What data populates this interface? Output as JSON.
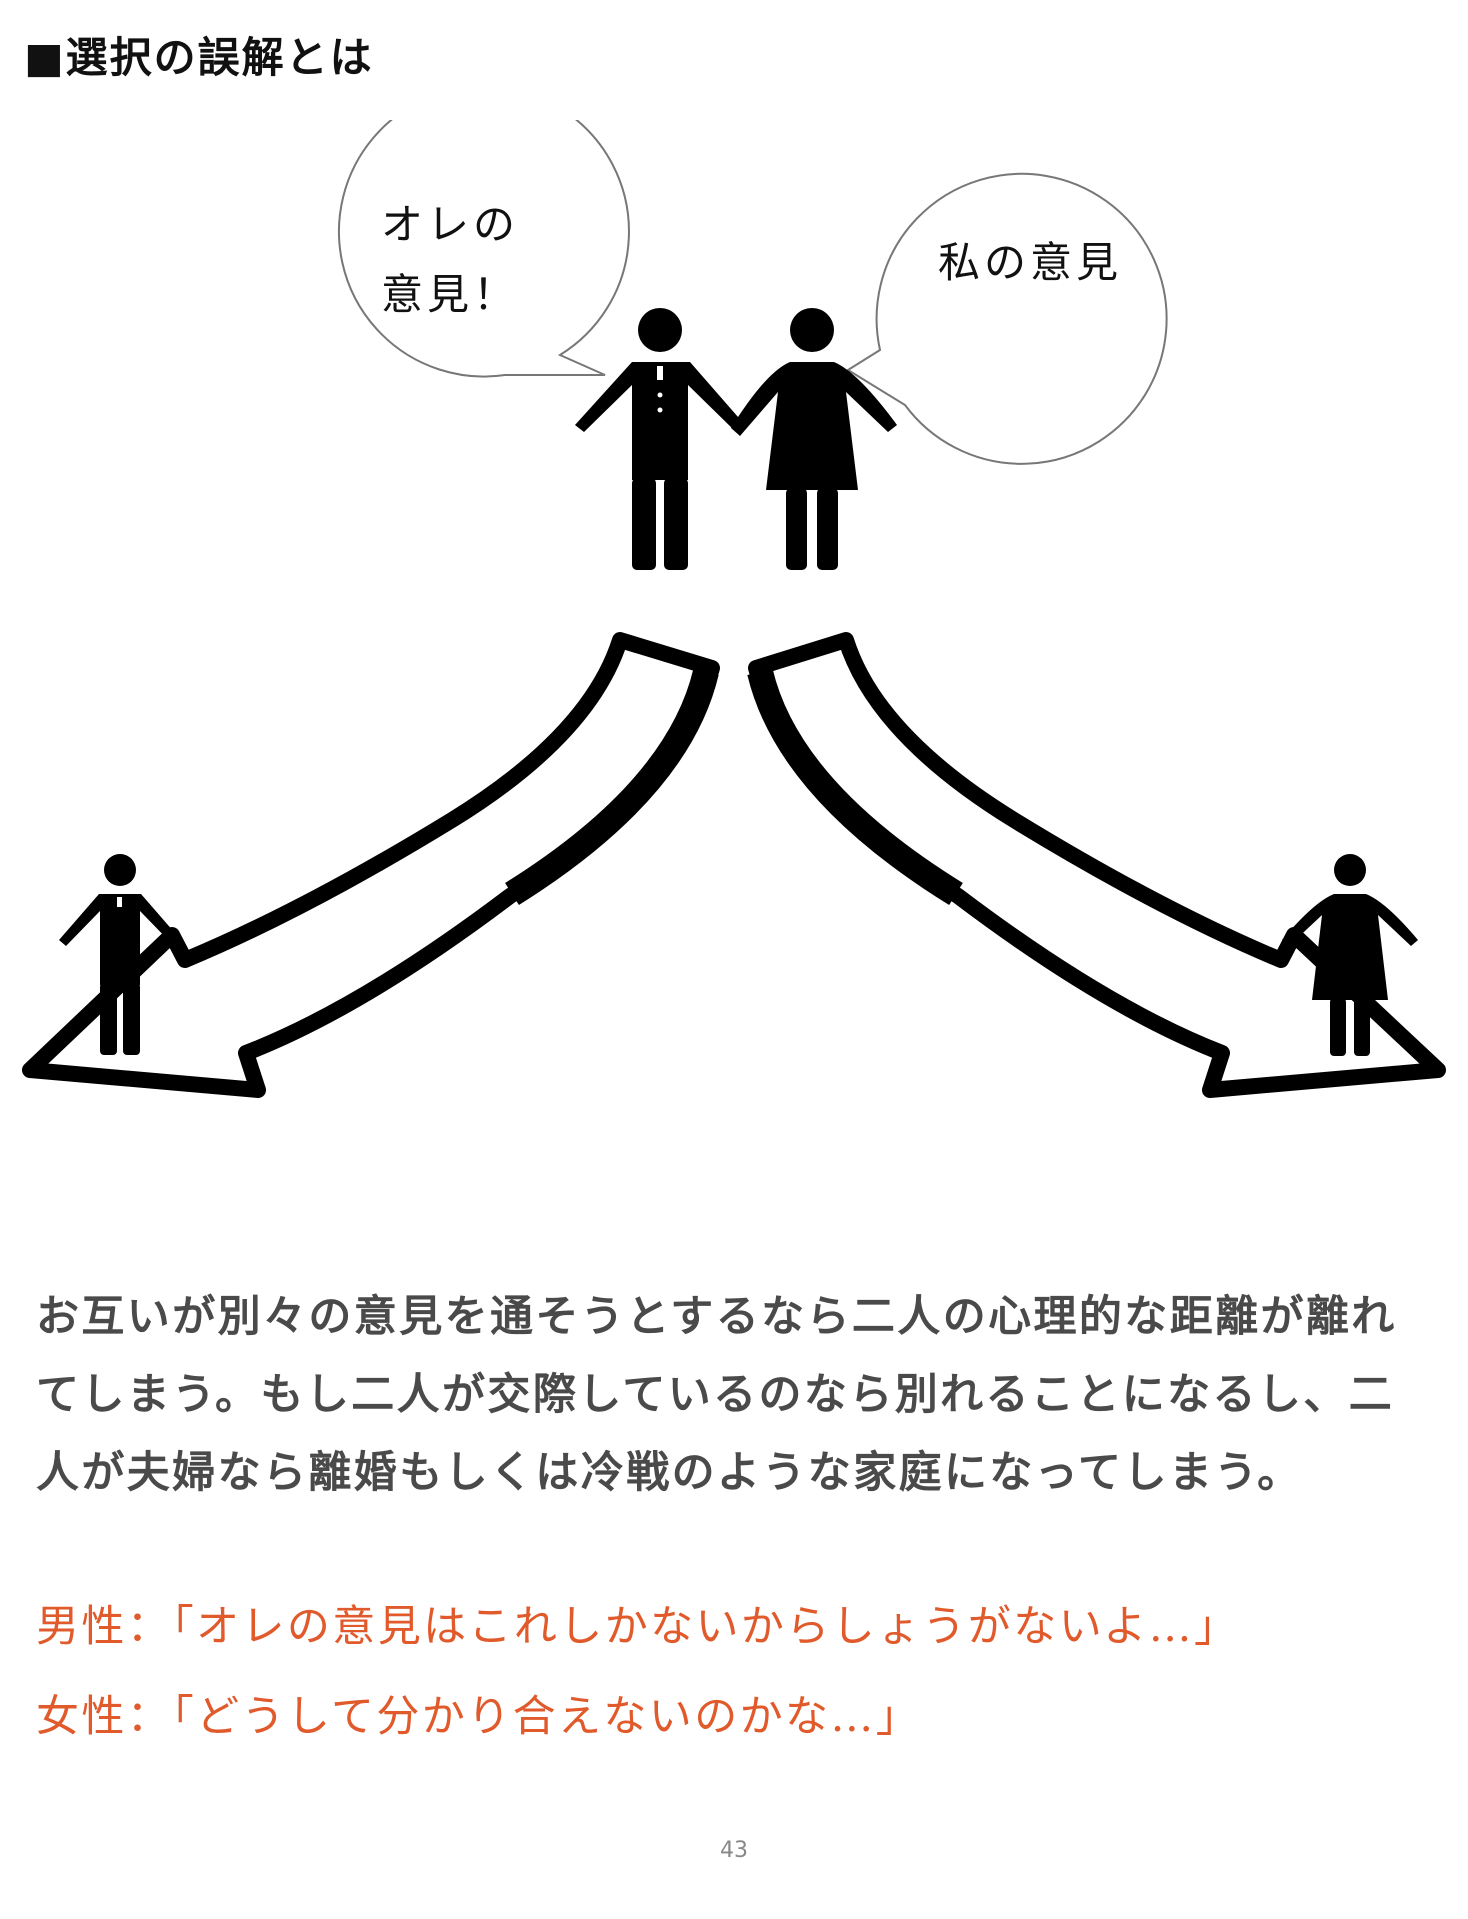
{
  "heading": "■選択の誤解とは",
  "bubbles": {
    "left": {
      "line1": "オレの",
      "line2": "意見！"
    },
    "right": {
      "text": "私の意見"
    }
  },
  "body": {
    "line1": "お互いが別々の意見を通そうとするなら二人の心理的な距離が離れ",
    "line2": "てしまう。もし二人が交際しているのなら別れることになるし、二",
    "line3": "人が夫婦なら離婚もしくは冷戦のような家庭になってしまう。"
  },
  "quotes": {
    "male": "男性：「オレの意見はこれしかないからしょうがないよ…」",
    "female": "女性：「どうして分かり合えないのかな…」"
  },
  "page_number": "43",
  "colors": {
    "quote": "#e05a2b",
    "body": "#4a4a4a",
    "figure": "#000000"
  }
}
